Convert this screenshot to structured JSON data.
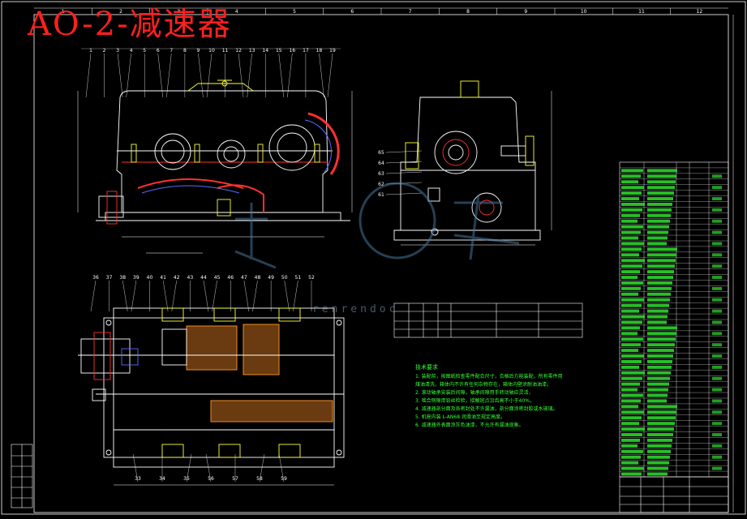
{
  "drawing": {
    "title": "AO-2-减速器",
    "column_numbers": [
      "1",
      "2",
      "3",
      "4",
      "5",
      "6",
      "7",
      "8",
      "9",
      "10",
      "11",
      "12"
    ],
    "part_balloons_top": [
      "1",
      "2",
      "3",
      "4",
      "5",
      "6",
      "7",
      "8",
      "9",
      "10",
      "11",
      "12",
      "13",
      "14",
      "15",
      "16",
      "17",
      "18",
      "19"
    ],
    "part_balloons_plan_top": [
      "36",
      "37",
      "38",
      "39",
      "40",
      "41",
      "42",
      "43",
      "44",
      "45",
      "46",
      "47",
      "48",
      "49",
      "50",
      "51",
      "52"
    ],
    "part_balloons_plan_bottom": [
      "33",
      "34",
      "35",
      "56",
      "57",
      "58",
      "59"
    ],
    "side_view_labels": [
      "65",
      "64",
      "63",
      "62",
      "61"
    ],
    "tech_notes_heading": "技术要求",
    "tech_notes": [
      "1. 装配前，按图纸检查零件配合尺寸，合格后方能装配，所有零件用",
      "   煤油清洗，箱体内不许有任何杂物存在，箱体内壁涂耐油油漆。",
      "2. 滚动轴承安装后间隙，轴承间隙用手转动轴应灵活，",
      "3. 啮合侧隙用铅丝检验，接触斑点沿齿高不小于40%，",
      "4. 减速器剖分面及各密封处不许漏油，剖分面涂密封胶或水玻璃。",
      "5. 机座内装 L-AN68 润滑油至规定高度。",
      "6. 减速器外表面涂灰色油漆，不允许有漏油现象。"
    ],
    "watermark": "renrendoc"
  }
}
